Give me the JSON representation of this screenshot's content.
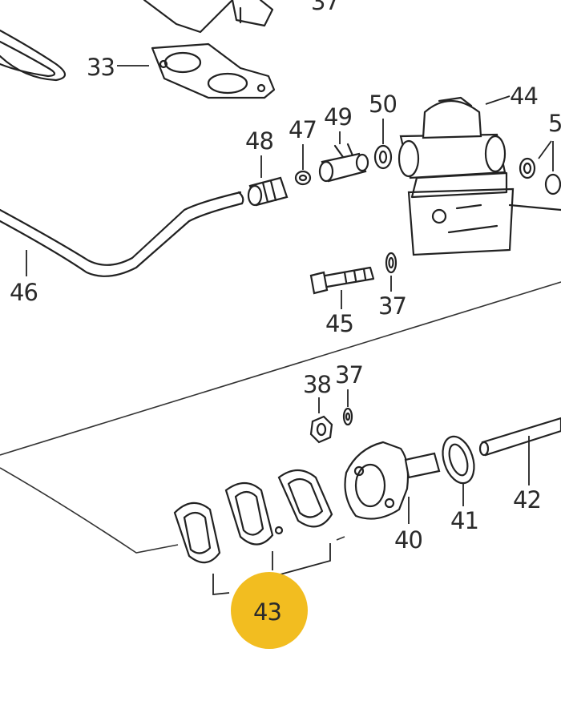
{
  "diagram": {
    "callouts": {
      "c33": "33",
      "c37_top": "37",
      "c37_mid": "37",
      "c37_low": "37",
      "c38": "38",
      "c40": "40",
      "c41": "41",
      "c42": "42",
      "c43": "43",
      "c44": "44",
      "c45": "45",
      "c46": "46",
      "c47": "47",
      "c48": "48",
      "c49": "49",
      "c50": "50",
      "c51_partial": "5"
    },
    "highlight": {
      "part": "43",
      "color": "#f2bd20"
    }
  }
}
